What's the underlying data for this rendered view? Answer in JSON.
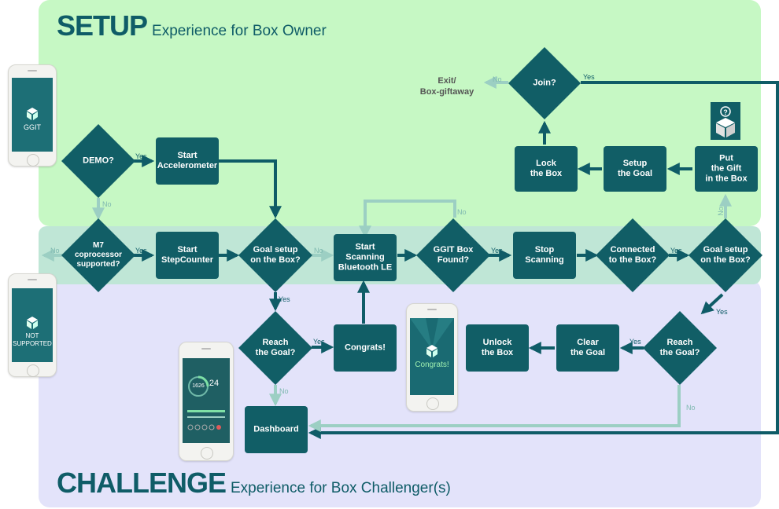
{
  "setup": {
    "title": "SETUP",
    "subtitle": "Experience for Box Owner"
  },
  "challenge": {
    "title": "CHALLENGE",
    "subtitle": "Experience for Box Challenger(s)"
  },
  "nodes": {
    "demo": "DEMO?",
    "start_accel": "Start\nAccelerometer",
    "m7": "M7\ncoprocessor\nsupported?",
    "start_step": "Start\nStepCounter",
    "goal_setup_1": "Goal setup\non the Box?",
    "start_scan": "Start\nScanning\nBluetooth LE",
    "ggit_found": "GGIT Box\nFound?",
    "stop_scan": "Stop\nScanning",
    "connected": "Connected\nto the Box?",
    "goal_setup_2": "Goal setup\non the Box?",
    "join": "Join?",
    "lock_box": "Lock\nthe Box",
    "setup_goal": "Setup\nthe Goal",
    "put_gift": "Put\nthe Gift\nin the Box",
    "reach_goal_1": "Reach\nthe Goal?",
    "congrats": "Congrats!",
    "dashboard": "Dashboard",
    "reach_goal_2": "Reach\nthe Goal?",
    "clear_goal": "Clear\nthe Goal",
    "unlock_box": "Unlock\nthe Box"
  },
  "exit_label": "Exit/\nBox-giftaway",
  "edge_labels": {
    "yes": "Yes",
    "no": "No"
  },
  "phones": {
    "ggit_logo": "GGIT",
    "not_supported": "NOT\nSUPPORTED",
    "congrats_screen": "Congrats!",
    "dashboard_steps": "1626",
    "dashboard_number": "24"
  },
  "colors": {
    "node": "#115e66",
    "arrow": "#0f5c67",
    "faint_arrow": "#9ccfc3",
    "setup_bg": "#c6f8c4",
    "challenge_bg": "#e3e3fa",
    "band_bg": "#bfe6d6"
  },
  "icons": {
    "gift_box": "gift-box-icon",
    "ggit_cube": "cube-icon"
  }
}
